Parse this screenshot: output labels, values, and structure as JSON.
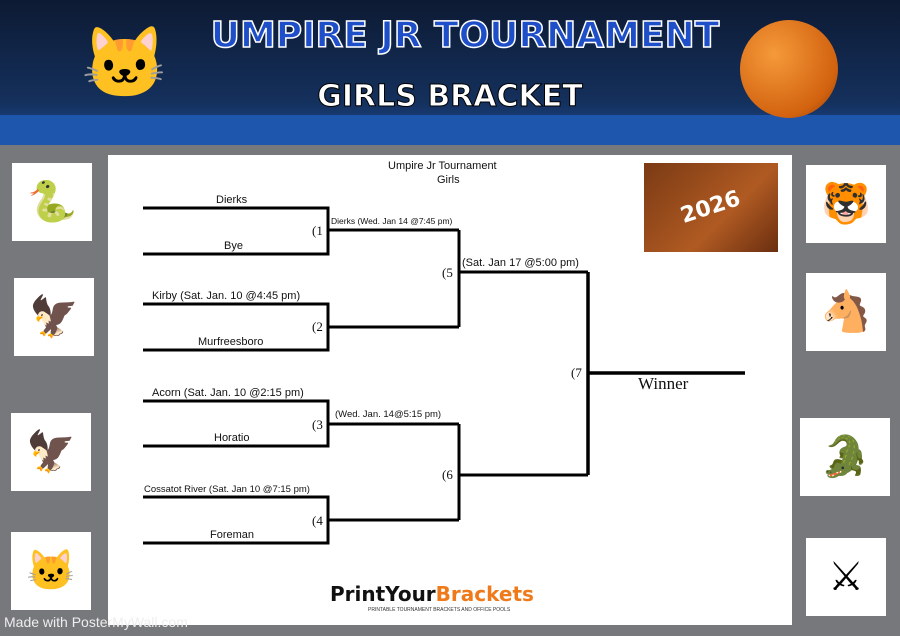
{
  "header": {
    "title": "Umpire Jr Tournament",
    "subtitle": "GIRLS BRACKET"
  },
  "bracket": {
    "title": "Umpire Jr Tournament",
    "subtitle": "Girls",
    "round1": [
      {
        "top": "Dierks",
        "bottom": "Bye",
        "num": "(1"
      },
      {
        "top": "Kirby (Sat. Jan. 10 @4:45 pm)",
        "bottom": "Murfreesboro",
        "num": "(2"
      },
      {
        "top": "Acorn (Sat. Jan. 10 @2:15 pm)",
        "bottom": "Horatio",
        "num": "(3"
      },
      {
        "top": "Cossatot River (Sat. Jan 10 @7:15 pm)",
        "bottom": "Foreman",
        "num": "(4"
      }
    ],
    "round2": [
      {
        "label": "Dierks (Wed. Jan 14 @7:45 pm)",
        "num": "(5"
      },
      {
        "label": "(Wed. Jan. 14@5:15 pm)",
        "num": "(6"
      }
    ],
    "final": {
      "label": "(Sat. Jan 17 @5:00 pm)",
      "num": "(7"
    },
    "winner": "Winner"
  },
  "year_image": "2026",
  "sponsor": {
    "name_a": "PrintYour",
    "name_b": "Brackets",
    "tagline": "PRINTABLE TOURNAMENT BRACKETS AND OFFICE POOLS"
  },
  "watermark": "Made with PosterMyWall.com",
  "logos": [
    "snake",
    "eagle-red",
    "eagle",
    "wildcat",
    "tiger",
    "mustang",
    "gator",
    "spartan"
  ]
}
